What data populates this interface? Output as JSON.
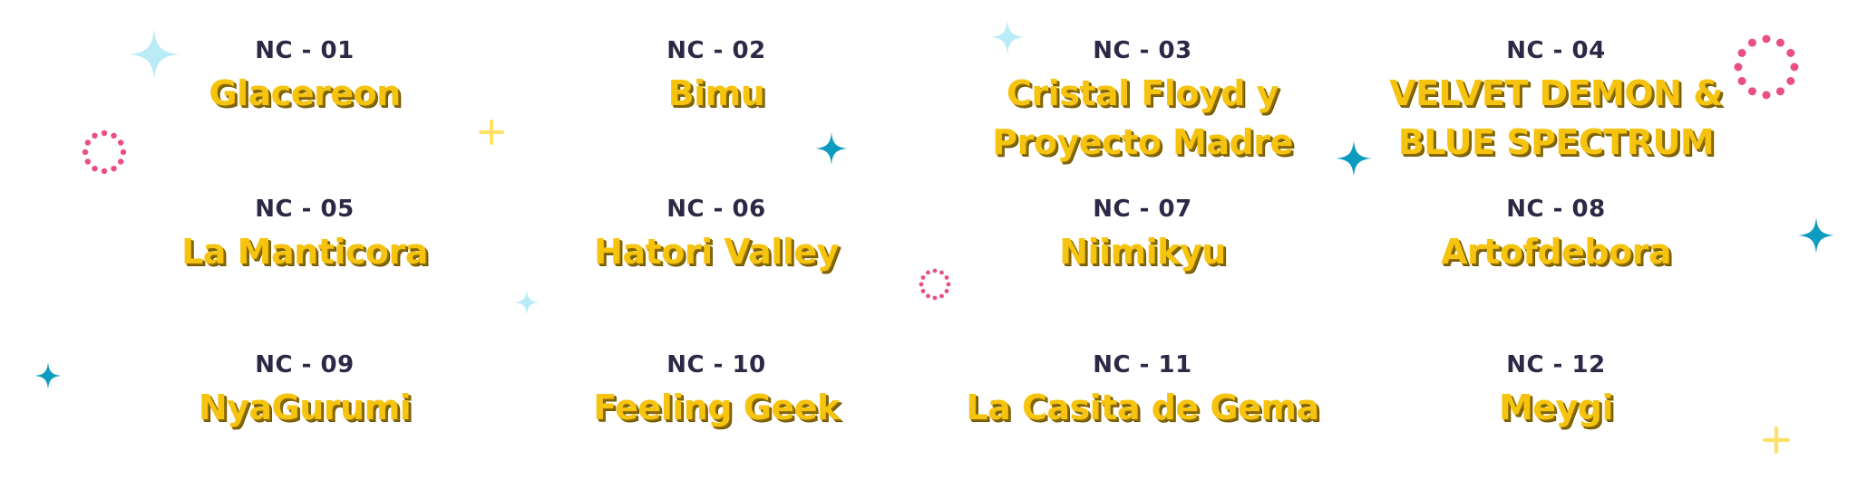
{
  "entries": [
    {
      "code": "NC - 01",
      "name_lines": [
        "Glacereon"
      ]
    },
    {
      "code": "NC - 02",
      "name_lines": [
        "Bimu"
      ]
    },
    {
      "code": "NC - 03",
      "name_lines": [
        "Cristal Floyd y",
        "Proyecto Madre"
      ]
    },
    {
      "code": "NC - 04",
      "name_lines": [
        "VELVET DEMON &",
        "BLUE SPECTRUM"
      ]
    },
    {
      "code": "NC - 05",
      "name_lines": [
        "La Manticora"
      ]
    },
    {
      "code": "NC - 06",
      "name_lines": [
        "Hatori Valley"
      ]
    },
    {
      "code": "NC - 07",
      "name_lines": [
        "Niimikyu"
      ]
    },
    {
      "code": "NC - 08",
      "name_lines": [
        "Artofdebora"
      ]
    },
    {
      "code": "NC - 09",
      "name_lines": [
        "NyaGurumi"
      ]
    },
    {
      "code": "NC - 10",
      "name_lines": [
        "Feeling Geek"
      ]
    },
    {
      "code": "NC - 11",
      "name_lines": [
        "La Casita de Gema"
      ]
    },
    {
      "code": "NC - 12",
      "name_lines": [
        "Meygi"
      ]
    }
  ],
  "colors": {
    "code_text": "#2b2945",
    "name_text": "#f6c40e",
    "name_shadow": "#8a6a00",
    "sparkle_light_blue": "#b9ecf7",
    "sparkle_teal": "#0d9bbf",
    "plus_yellow": "#ffe066",
    "dots_pink": "#e9507f"
  },
  "decorations": [
    {
      "icon": "four-point-sparkle-icon",
      "color": "sparkle_light_blue"
    },
    {
      "icon": "dotted-circle-icon",
      "color": "dots_pink"
    },
    {
      "icon": "plus-icon",
      "color": "plus_yellow"
    },
    {
      "icon": "four-point-sparkle-icon",
      "color": "sparkle_teal"
    },
    {
      "icon": "four-point-sparkle-icon",
      "color": "sparkle_light_blue"
    },
    {
      "icon": "four-point-sparkle-icon",
      "color": "sparkle_teal"
    },
    {
      "icon": "dotted-circle-icon",
      "color": "dots_pink"
    },
    {
      "icon": "four-point-sparkle-icon",
      "color": "sparkle_teal"
    },
    {
      "icon": "four-point-sparkle-icon",
      "color": "sparkle_light_blue"
    },
    {
      "icon": "dotted-circle-icon",
      "color": "dots_pink"
    },
    {
      "icon": "four-point-sparkle-icon",
      "color": "sparkle_teal"
    },
    {
      "icon": "plus-icon",
      "color": "plus_yellow"
    }
  ]
}
